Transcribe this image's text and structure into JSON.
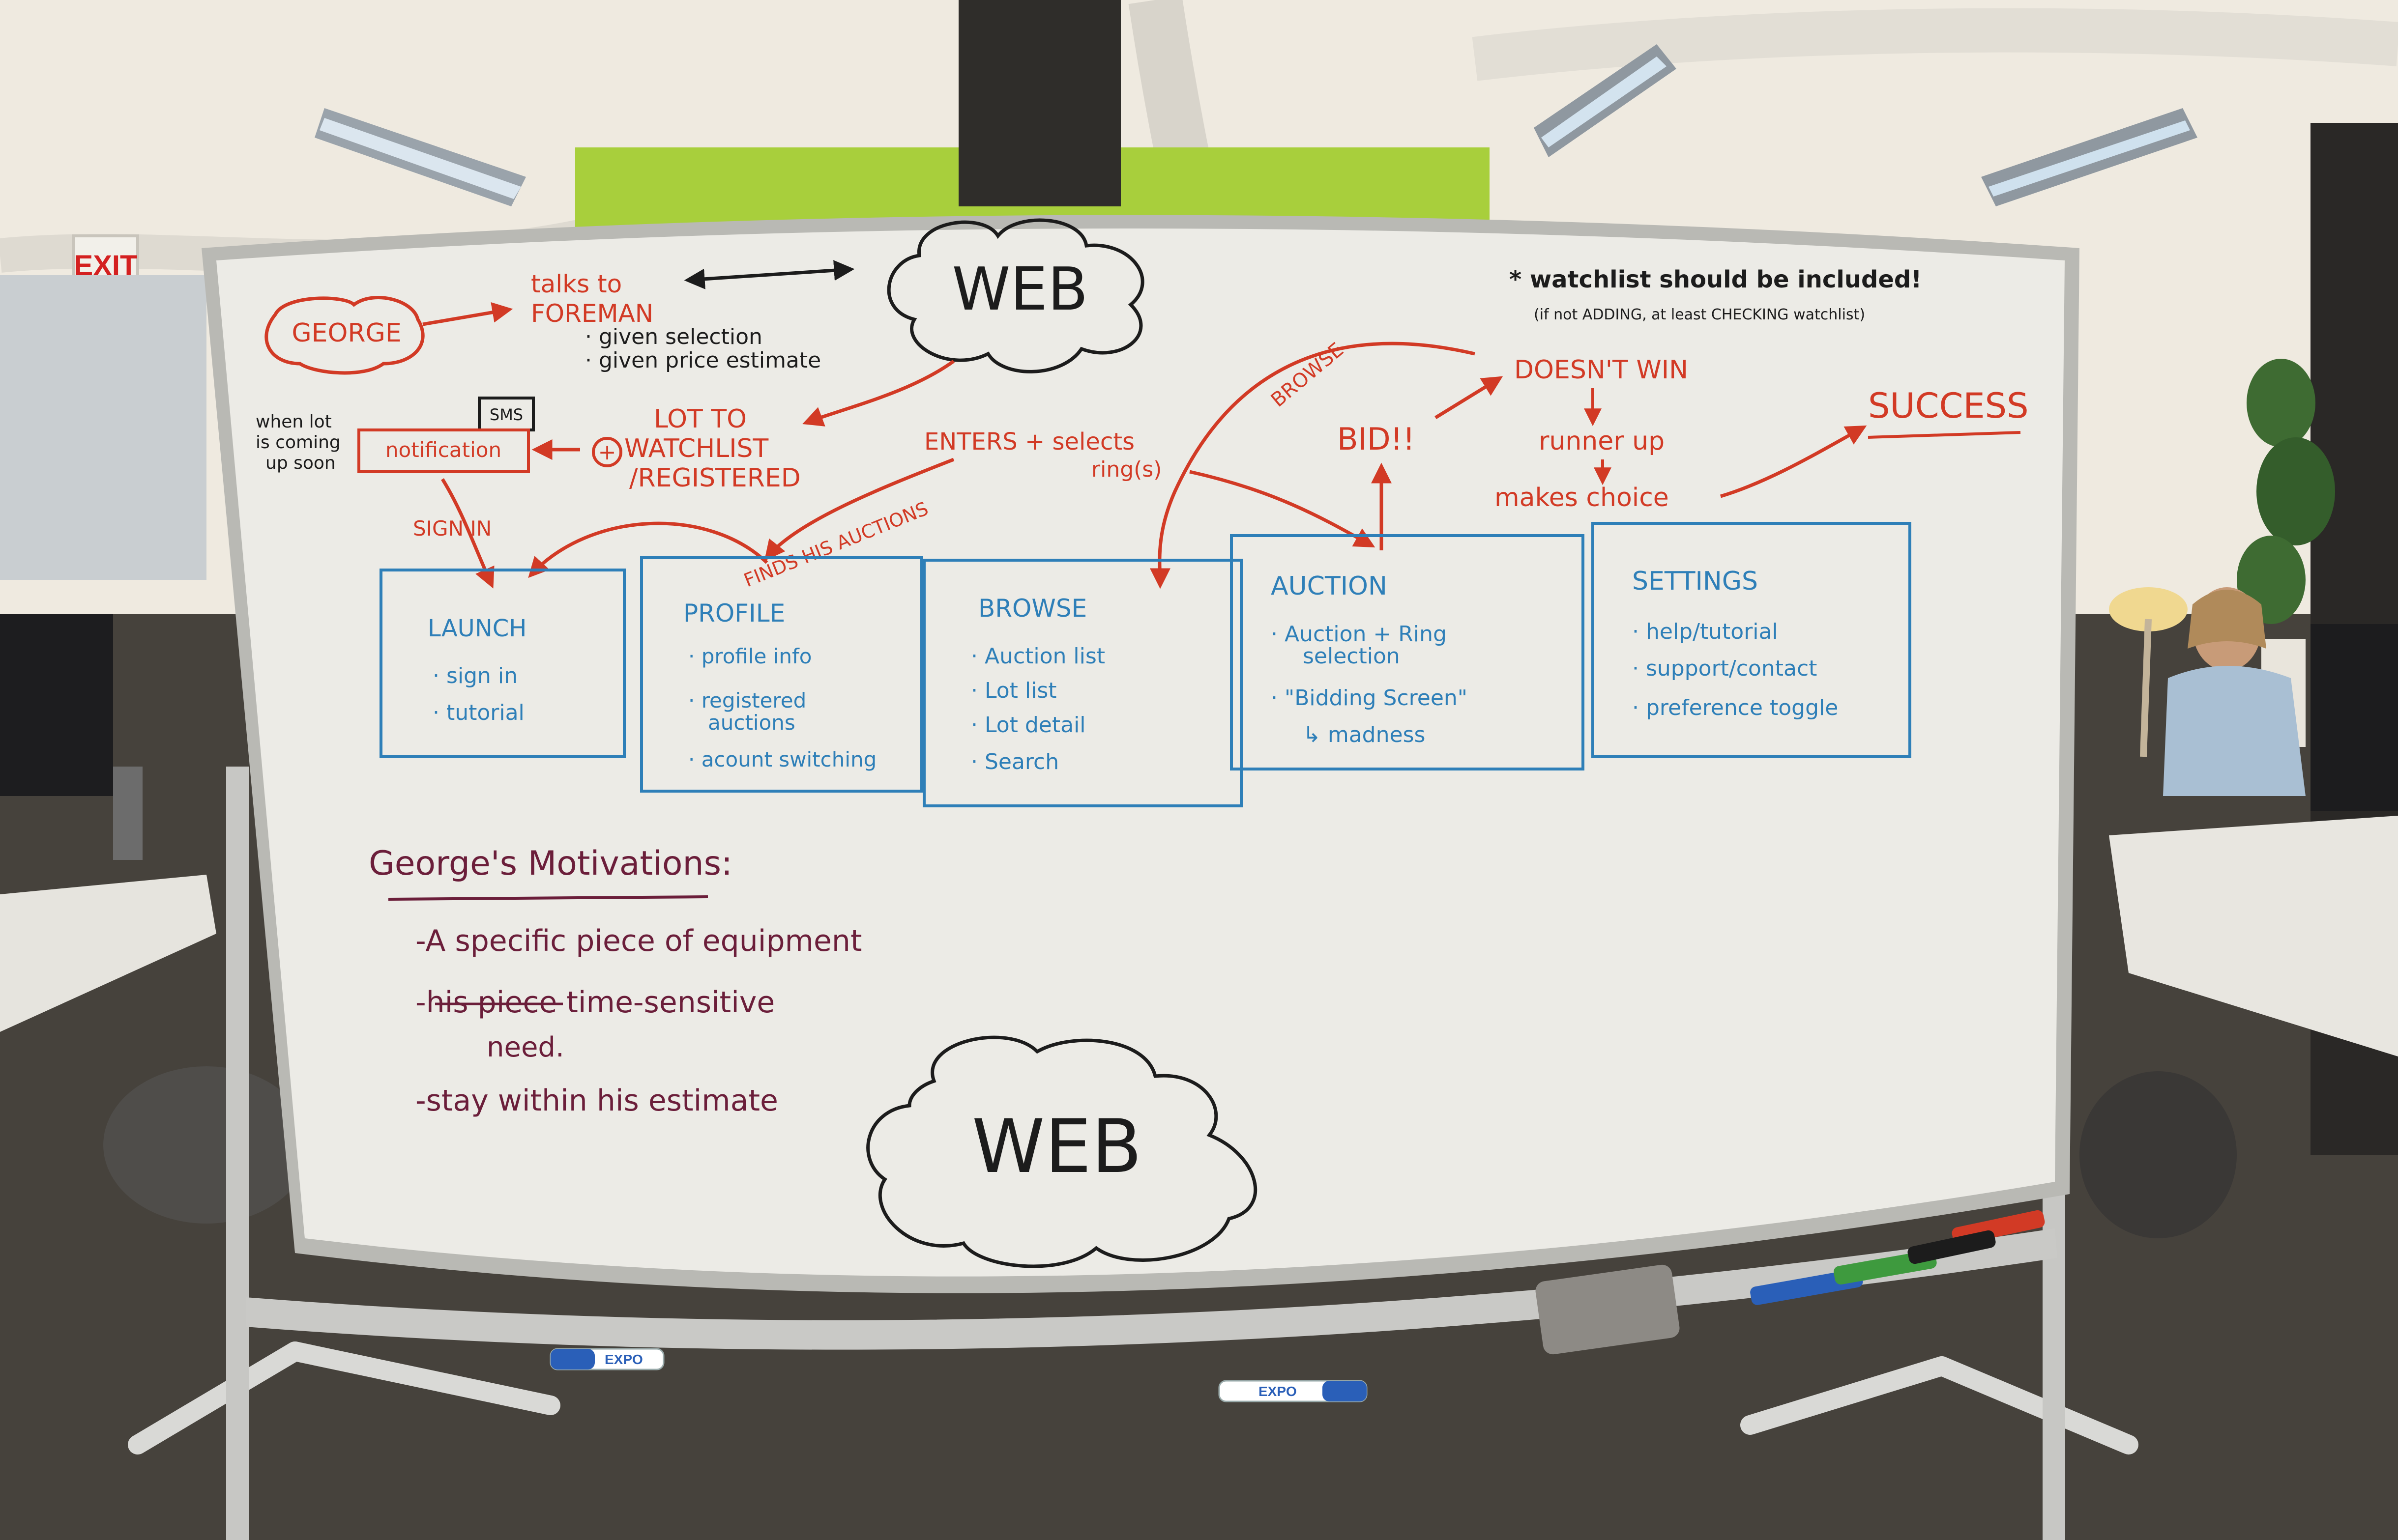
{
  "colors": {
    "red_marker": "#d23a25",
    "blue_marker": "#2e7fb8",
    "black_marker": "#1c1c1c",
    "purple_marker": "#6b1e3a",
    "board": "#ecebe6",
    "frame": "#b9b9b4",
    "ceiling": "#efeae0",
    "green_wall": "#a8cf3c",
    "floor": "#3b3834"
  },
  "background": {
    "exit_sign": "EXIT"
  },
  "board": {
    "web_top": "WEB",
    "web_bottom": "WEB",
    "george": "GEORGE",
    "talks_to_1": "talks to",
    "talks_to_2": "FOREMAN",
    "given_selection": "· given selection",
    "given_price": "· given price estimate",
    "watchlist_note": "* watchlist should be included!",
    "watchlist_sub": "(if not ADDING, at least CHECKING watchlist)",
    "when_lot_1": "when lot",
    "when_lot_2": "is coming",
    "when_lot_3": "up soon",
    "sms": "SMS",
    "notification": "notification",
    "lot_to_1": "LOT TO",
    "lot_to_2": "WATCHLIST",
    "lot_to_3": "/REGISTERED",
    "plus": "+",
    "enters_selects": "ENTERS + selects",
    "rings": "ring(s)",
    "browse_arrow": "BROWSE",
    "bid": "BID!!",
    "doesnt_win": "DOESN'T WIN",
    "runner_up": "runner up",
    "makes_choice": "makes choice",
    "success": "SUCCESS",
    "sign_in_arrow": "SIGN IN",
    "finds_his_auctions": "FINDS HIS AUCTIONS",
    "boxes": [
      {
        "title": "LAUNCH",
        "items": [
          "· sign in",
          "· tutorial"
        ]
      },
      {
        "title": "PROFILE",
        "items": [
          "· profile info",
          "· registered",
          "auctions",
          "· acount switching"
        ]
      },
      {
        "title": "BROWSE",
        "items": [
          "· Auction list",
          "· Lot list",
          "· Lot detail",
          "· Search"
        ]
      },
      {
        "title": "AUCTION",
        "items": [
          "· Auction + Ring",
          "selection",
          "· \"Bidding Screen\"",
          "↳ madness"
        ]
      },
      {
        "title": "SETTINGS",
        "items": [
          "· help/tutorial",
          "· support/contact",
          "· preference toggle"
        ]
      }
    ],
    "motivations_title": "George's Motivations:",
    "motivations": [
      "-A specific piece of equipment",
      "-his piece time-sensitive",
      "need.",
      "-stay within his estimate"
    ]
  },
  "markers": {
    "expo_1": "EXPO",
    "expo_2": "EXPO"
  }
}
